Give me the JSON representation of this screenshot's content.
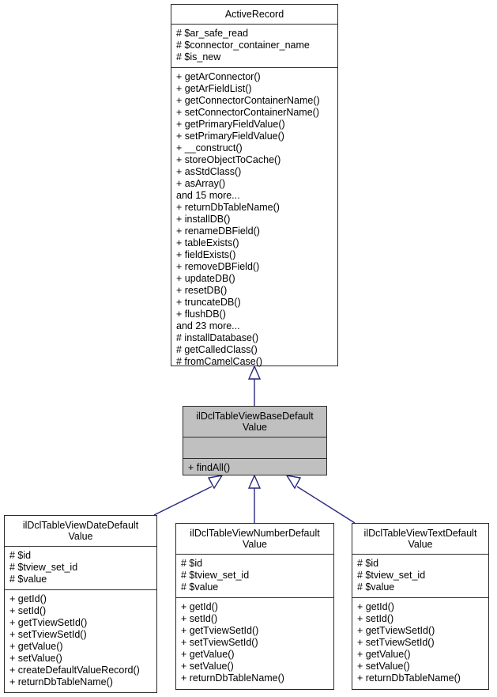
{
  "diagram": {
    "type": "uml-class-inheritance",
    "title": "ilDclTableViewBaseDefaultValue class hierarchy",
    "colors": {
      "box_border": "#2b2b2b",
      "box_fill": "#ffffff",
      "highlight_fill": "#c0c0c0",
      "link": "#27277f",
      "arrow_fill": "#ffffff",
      "text": "#000000"
    },
    "classes": [
      {
        "id": "active-record",
        "name": "ActiveRecord",
        "highlighted": false,
        "attributes": [
          "# $ar_safe_read",
          "# $connector_container_name",
          "# $is_new"
        ],
        "operations": [
          "+ getArConnector()",
          "+ getArFieldList()",
          "+ getConnectorContainerName()",
          "+ setConnectorContainerName()",
          "+ getPrimaryFieldValue()",
          "+ setPrimaryFieldValue()",
          "+ __construct()",
          "+ storeObjectToCache()",
          "+ asStdClass()",
          "+ asArray()",
          "and 15 more...",
          "+ returnDbTableName()",
          "+ installDB()",
          "+ renameDBField()",
          "+ tableExists()",
          "+ fieldExists()",
          "+ removeDBField()",
          "+ updateDB()",
          "+ resetDB()",
          "+ truncateDB()",
          "+ flushDB()",
          "and 23 more...",
          "# installDatabase()",
          "# getCalledClass()",
          "# fromCamelCase()"
        ]
      },
      {
        "id": "base-default-value",
        "name": "ilDclTableViewBaseDefault\nValue",
        "highlighted": true,
        "attributes": [],
        "operations": [
          "+ findAll()"
        ]
      },
      {
        "id": "date-default-value",
        "name": "ilDclTableViewDateDefault\nValue",
        "highlighted": false,
        "attributes": [
          "# $id",
          "# $tview_set_id",
          "# $value"
        ],
        "operations": [
          "+ getId()",
          "+ setId()",
          "+ getTviewSetId()",
          "+ setTviewSetId()",
          "+ getValue()",
          "+ setValue()",
          "+ createDefaultValueRecord()",
          "+ returnDbTableName()"
        ]
      },
      {
        "id": "number-default-value",
        "name": "ilDclTableViewNumberDefault\nValue",
        "highlighted": false,
        "attributes": [
          "# $id",
          "# $tview_set_id",
          "# $value"
        ],
        "operations": [
          "+ getId()",
          "+ setId()",
          "+ getTviewSetId()",
          "+ setTviewSetId()",
          "+ getValue()",
          "+ setValue()",
          "+ returnDbTableName()"
        ]
      },
      {
        "id": "text-default-value",
        "name": "ilDclTableViewTextDefault\nValue",
        "highlighted": false,
        "attributes": [
          "# $id",
          "# $tview_set_id",
          "# $value"
        ],
        "operations": [
          "+ getId()",
          "+ setId()",
          "+ getTviewSetId()",
          "+ setTviewSetId()",
          "+ getValue()",
          "+ setValue()",
          "+ returnDbTableName()"
        ]
      }
    ],
    "relations": [
      {
        "from": "base-default-value",
        "to": "active-record",
        "kind": "generalization"
      },
      {
        "from": "date-default-value",
        "to": "base-default-value",
        "kind": "generalization"
      },
      {
        "from": "number-default-value",
        "to": "base-default-value",
        "kind": "generalization"
      },
      {
        "from": "text-default-value",
        "to": "base-default-value",
        "kind": "generalization"
      }
    ]
  }
}
